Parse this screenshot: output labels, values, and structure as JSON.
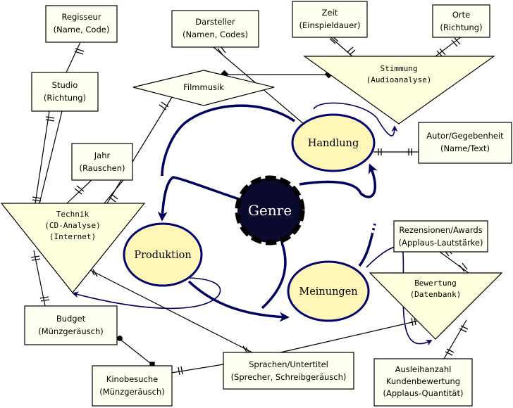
{
  "entities": {
    "regisseur": [
      "Regisseur",
      "(Name, Code)"
    ],
    "darsteller": [
      "Darsteller",
      "(Namen, Codes)"
    ],
    "zeit": [
      "Zeit",
      "(Einspieldauer)"
    ],
    "orte": [
      "Orte",
      "(Richtung)"
    ],
    "studio": [
      "Studio",
      "(Richtung)"
    ],
    "filmmusik": "Filmmusik",
    "stimmung": [
      "Stimmung",
      "(Audioanalyse)"
    ],
    "jahr": [
      "Jahr",
      "(Rauschen)"
    ],
    "autor": [
      "Autor/Gegebenheit",
      "(Name/Text)"
    ],
    "technik": [
      "Technik",
      "(CD-Analyse)",
      "(Internet)"
    ],
    "handlung": "Handlung",
    "genre": "Genre",
    "produktion": "Produktion",
    "meinungen": "Meinungen",
    "rezensionen": [
      "Rezensionen/Awards",
      "(Applaus-Lautstärke)"
    ],
    "bewertung": [
      "Bewertung",
      "(Datenbank)"
    ],
    "budget": [
      "Budget",
      "(Münzgeräusch)"
    ],
    "kinobesuche": [
      "Kinobesuche",
      "(Münzgeräusch)"
    ],
    "sprachen": [
      "Sprachen/Untertitel",
      "(Sprecher, Schreibgeräusch)"
    ],
    "ausleih": [
      "Ausleihanzahl",
      "Kundenbewertung",
      "(Applaus-Quantität)"
    ]
  }
}
